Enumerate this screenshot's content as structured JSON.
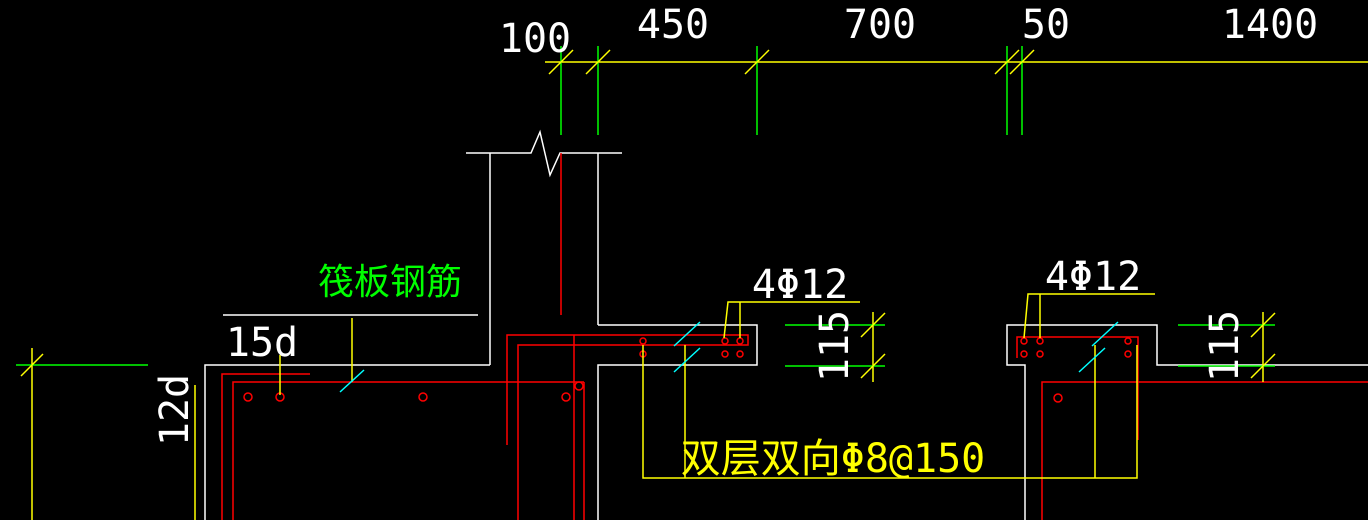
{
  "colors": {
    "background": "#000000",
    "outline": "#ffffff",
    "rebar": "#ff0000",
    "dimension_line": "#ffff00",
    "dimension_tick": "#00ff00",
    "label_text": "#00ff00",
    "dimension_text": "#ffffff",
    "callout_text": "#ffff00",
    "slash": "#00ffff"
  },
  "dimensions": {
    "top_chain": [
      "100",
      "450",
      "700",
      "50",
      "1400"
    ],
    "left_vertical": "12d",
    "hook_length": "15d",
    "thickness_1": "115",
    "thickness_2": "115"
  },
  "labels": {
    "raft_rebar": "筏板钢筋",
    "bars_1": "4Φ12",
    "bars_2": "4Φ12",
    "mesh": "双层双向Φ8@150"
  }
}
